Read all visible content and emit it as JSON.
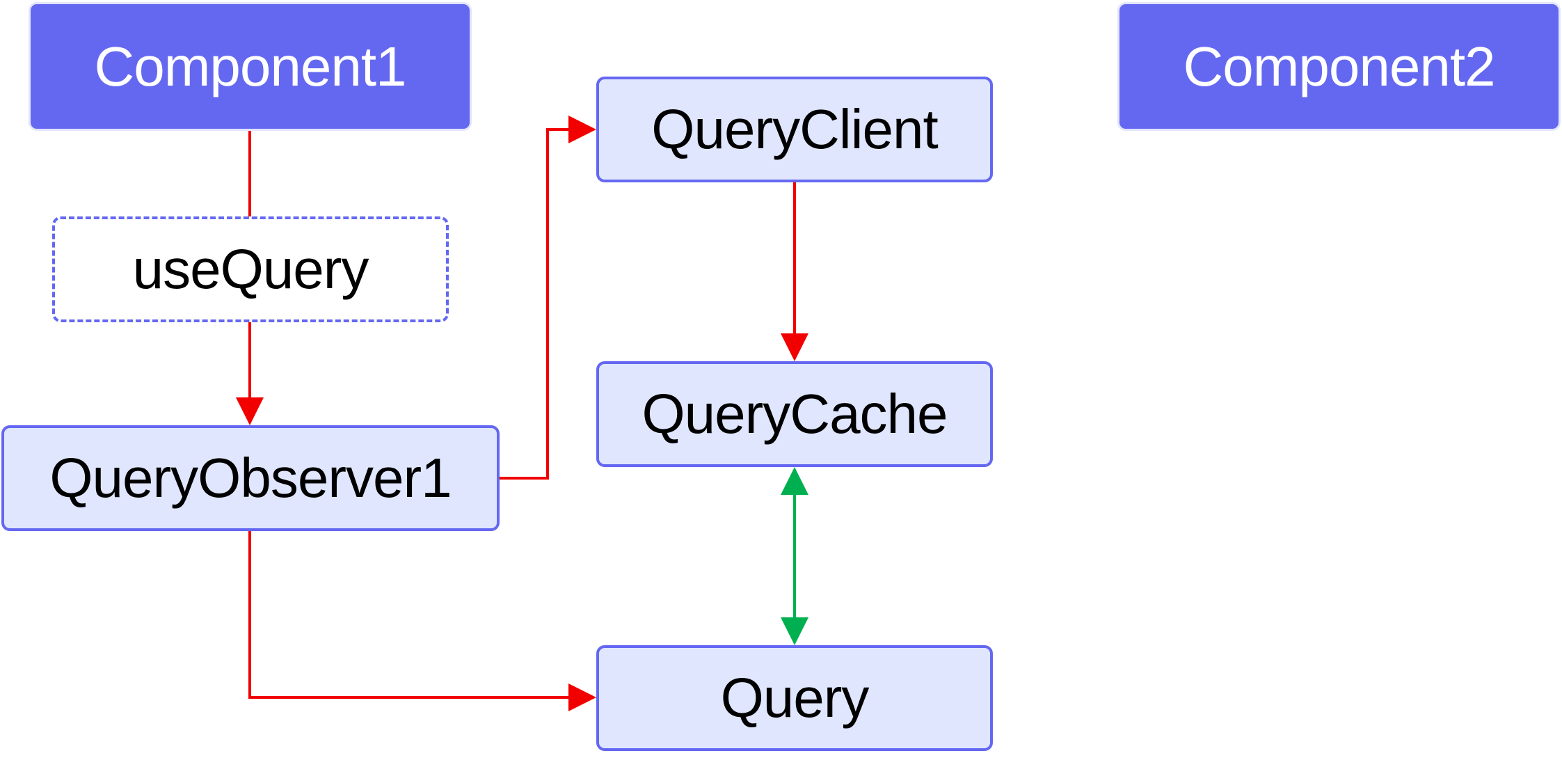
{
  "colors": {
    "node_solid": "#6468f1",
    "node_light": "#e0e6fd",
    "node_border": "#6468f1",
    "arrow_red": "#f20000",
    "arrow_green": "#00b050"
  },
  "nodes": {
    "component1": "Component1",
    "component2": "Component2",
    "use_query": "useQuery",
    "query_observer": "QueryObserver1",
    "query_client": "QueryClient",
    "query_cache": "QueryCache",
    "query": "Query"
  },
  "edges": [
    {
      "from": "Component1",
      "to": "useQuery",
      "color": "red",
      "arrow": "none"
    },
    {
      "from": "useQuery",
      "to": "QueryObserver1",
      "color": "red",
      "arrow": "end"
    },
    {
      "from": "QueryObserver1",
      "to": "QueryClient",
      "color": "red",
      "arrow": "end"
    },
    {
      "from": "QueryClient",
      "to": "QueryCache",
      "color": "red",
      "arrow": "end"
    },
    {
      "from": "QueryCache",
      "to": "Query",
      "color": "green",
      "arrow": "both"
    },
    {
      "from": "QueryObserver1",
      "to": "Query",
      "color": "red",
      "arrow": "end"
    }
  ]
}
